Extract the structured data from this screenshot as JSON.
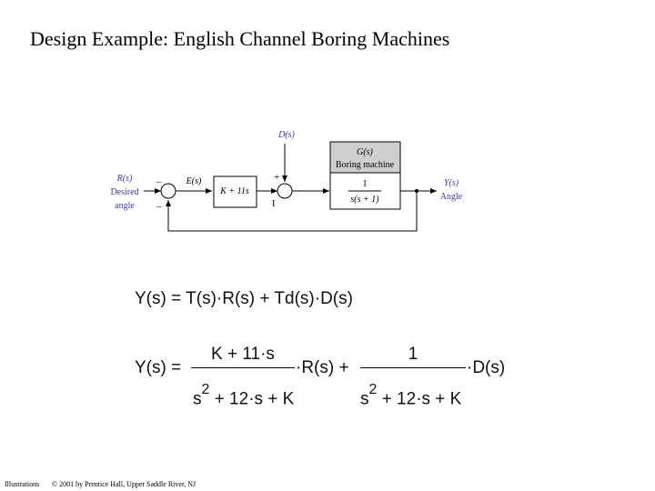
{
  "title": "Design Example: English Channel Boring Machines",
  "block_diagram": {
    "input_label": "R(s)",
    "input_desc_1": "Desired",
    "input_desc_2": "angle",
    "sum1_sign_top": "–",
    "sum1_sign_bottom": "–",
    "error_label": "E(s)",
    "controller": "K + 11s",
    "disturbance_label": "D(s)",
    "sum2_sign_top": "+",
    "sum2_sign_bottom": "I",
    "plant_title": "G(s)",
    "plant_subtitle": "Boring machine",
    "plant_numerator": "1",
    "plant_denominator": "s(s + 1)",
    "output_label": "Y(s)",
    "output_desc": "Angle"
  },
  "equation1": {
    "lhs": "Y(s) =",
    "rhs": "T(s)·R(s) + Td(s)·D(s)"
  },
  "equation2": {
    "lhs": "Y(s) =",
    "frac1_num": "K + 11·s",
    "frac1_den_base": "s",
    "frac1_den_exp": "2",
    "frac1_den_rest": "+ 12·s + K",
    "mid": "·R(s) +",
    "frac2_num": "1",
    "frac2_den_base": "s",
    "frac2_den_exp": "2",
    "frac2_den_rest": "+ 12·s + K",
    "end": "·D(s)"
  },
  "footer": {
    "label": "Illustrations",
    "copyright": "© 2001 by Prentice Hall, Upper Saddle River, NJ"
  }
}
